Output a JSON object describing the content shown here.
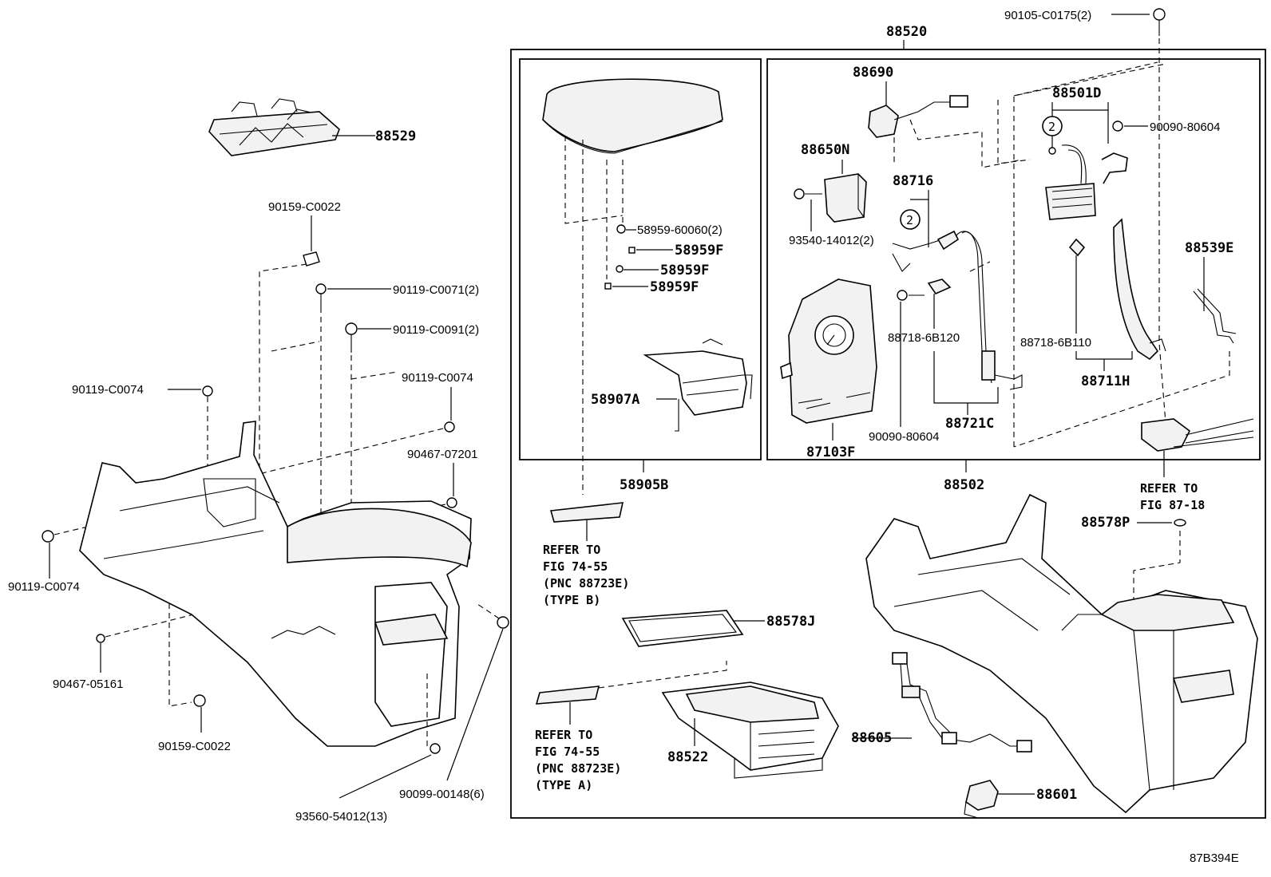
{
  "figure_code": "87B394E",
  "group_labels": {
    "console_box_assy": "88520",
    "armrest_sub_assy": "58905B",
    "box_sub_assy": "88502"
  },
  "part_labels": {
    "p88529": "88529",
    "p90159_c0022_top": "90159-C0022",
    "p90119_c0071": "90119-C0071(2)",
    "p90119_c0091": "90119-C0091(2)",
    "p90119_c0074_a": "90119-C0074",
    "p90119_c0074_b": "90119-C0074",
    "p90119_c0074_c": "90119-C0074",
    "p90467_07201": "90467-07201",
    "p90467_05161": "90467-05161",
    "p90159_c0022_bottom": "90159-C0022",
    "p90099_00148": "90099-00148(6)",
    "p93560_54012": "93560-54012(13)",
    "p90105_c0175": "90105-C0175(2)",
    "p58959_60060": "58959-60060(2)",
    "p58959f_1": "58959F",
    "p58959f_2": "58959F",
    "p58959f_3": "58959F",
    "p58907a": "58907A",
    "p88690": "88690",
    "p88650n": "88650N",
    "p88716": "88716",
    "p93540_14012": "93540-14012(2)",
    "p88718_6b120": "88718-6B120",
    "p90090_80604_a": "90090-80604",
    "p88721c": "88721C",
    "p87103f": "87103F",
    "p88501d": "88501D",
    "p90090_80604_b": "90090-80604",
    "p88539e": "88539E",
    "p88718_6b110": "88718-6B110",
    "p88711h": "88711H",
    "p88578p": "88578P",
    "p88578j": "88578J",
    "p88522": "88522",
    "p88605": "88605",
    "p88601": "88601"
  },
  "circle_marks": {
    "mark_a": "2",
    "mark_b": "2"
  },
  "references": {
    "ref_type_b": [
      "REFER TO",
      "FIG 74-55",
      "(PNC 88723E)",
      "(TYPE B)"
    ],
    "ref_type_a": [
      "REFER TO",
      "FIG 74-55",
      "(PNC 88723E)",
      "(TYPE A)"
    ],
    "ref_87_18": [
      "REFER TO",
      "FIG 87-18"
    ]
  }
}
